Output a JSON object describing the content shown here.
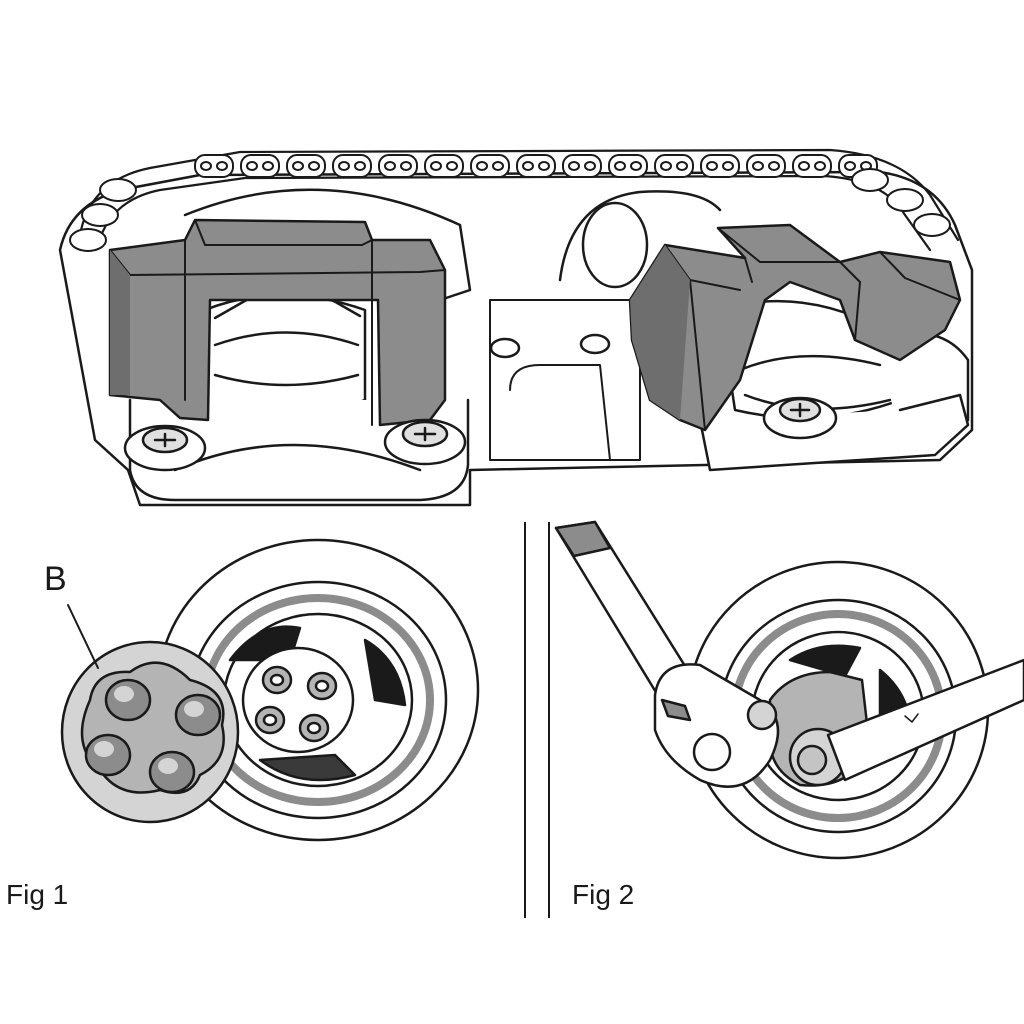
{
  "labels": {
    "callout_b": "B",
    "fig1_caption": "Fig 1",
    "fig2_caption": "Fig 2"
  },
  "colors": {
    "tool_gray": "#8c8c8c",
    "tool_dark": "#6e6e6e",
    "line": "#1a1a1a",
    "metal_light": "#d4d4d4",
    "metal_mid": "#b4b4b4",
    "background": "#ffffff"
  },
  "icons": {
    "camshaft_locking_tool": "camshaft-locking-tool-illustration",
    "crankshaft_pulley_tool": "crankshaft-pulley-tool-illustration",
    "ratchet_wrench": "ratchet-wrench-illustration"
  }
}
